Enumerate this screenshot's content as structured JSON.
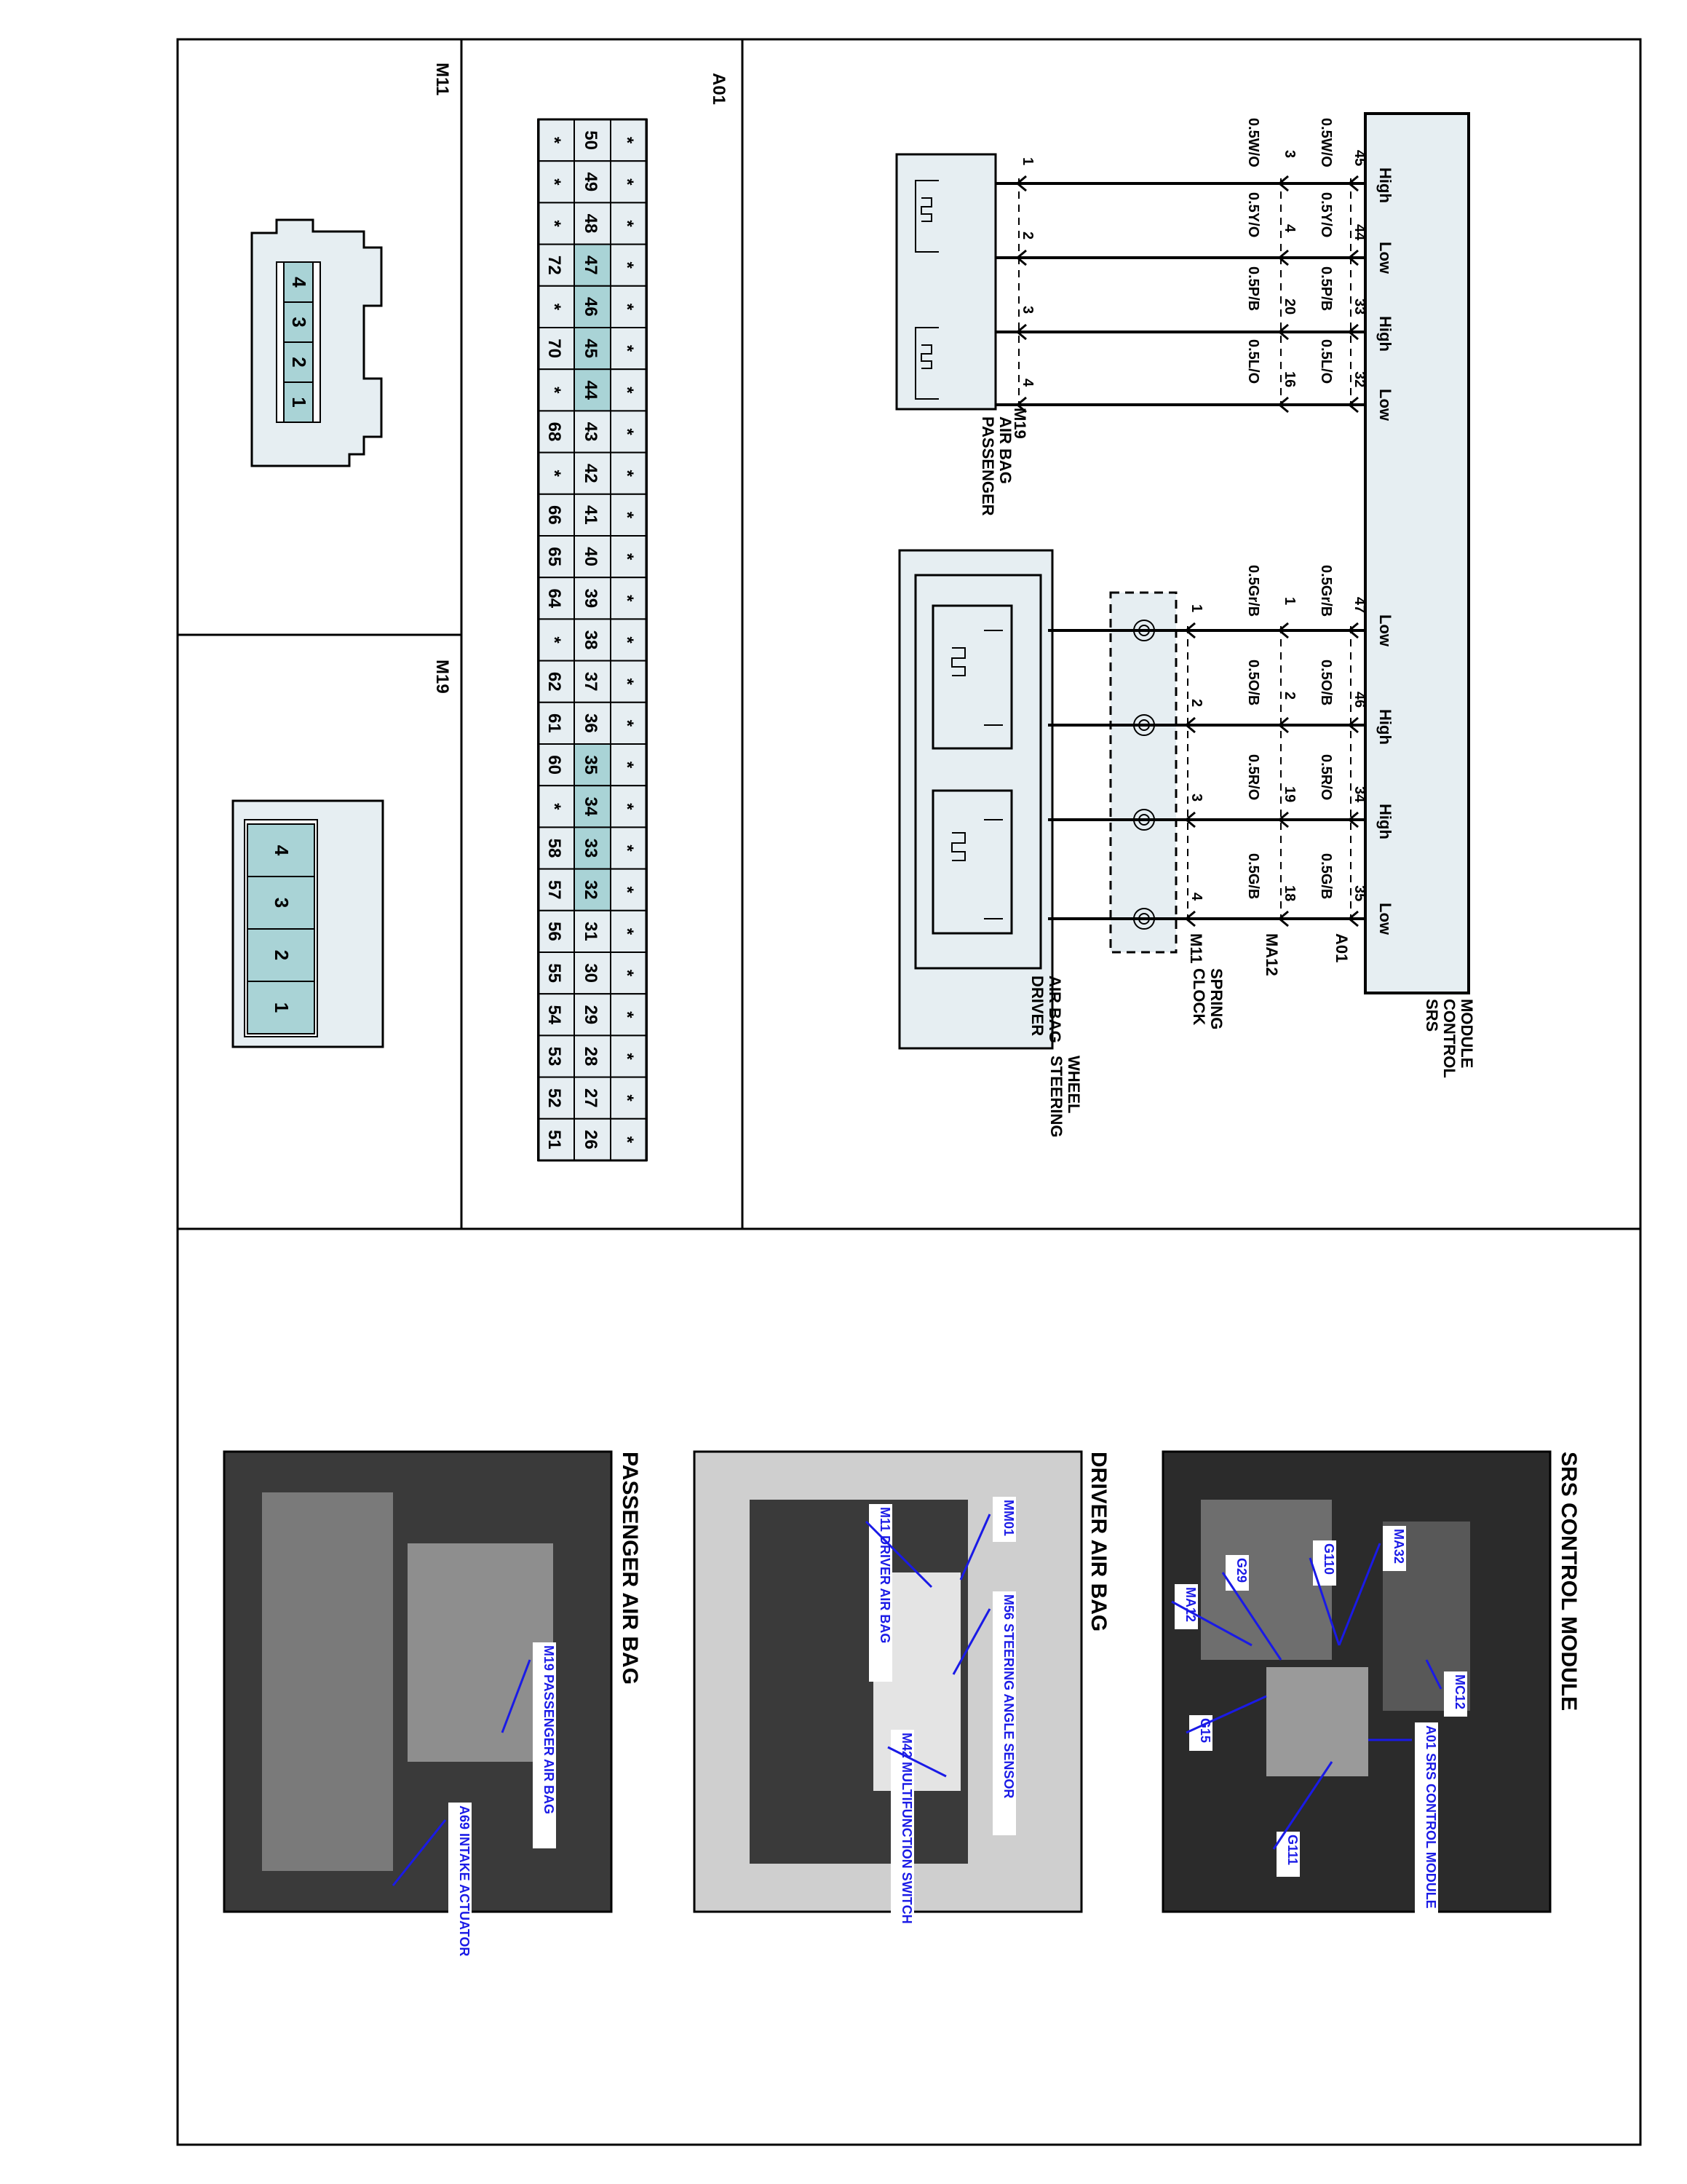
{
  "colors": {
    "fill_light": "#e6eef2",
    "fill_pin": "#a9d3d6",
    "wire": "#000000",
    "callout_text": "#1a1ae6",
    "photo_dark": "#2b2b2b"
  },
  "schematic": {
    "module_title": [
      "SRS",
      "CONTROL",
      "MODULE"
    ],
    "module_connector": "A01",
    "inline_connector": "MA12",
    "clock_spring_connector": "M11",
    "passenger_connector": "M19",
    "clock_spring_label": [
      "CLOCK",
      "SPRING"
    ],
    "driver_airbag_label": [
      "DRIVER",
      "AIR BAG"
    ],
    "steering_wheel_label": [
      "STEERING",
      "WHEEL"
    ],
    "passenger_airbag_label": [
      "PASSENGER",
      "AIR BAG"
    ],
    "passenger_circuits": [
      {
        "module_pin": "45",
        "signal": "High",
        "wire_a": "0.5W/O",
        "inline_pin": "3",
        "wire_b": "0.5W/O",
        "device_pin": "1"
      },
      {
        "module_pin": "44",
        "signal": "Low",
        "wire_a": "0.5Y/O",
        "inline_pin": "4",
        "wire_b": "0.5Y/O",
        "device_pin": "2"
      },
      {
        "module_pin": "33",
        "signal": "High",
        "wire_a": "0.5P/B",
        "inline_pin": "20",
        "wire_b": "0.5P/B",
        "device_pin": "3"
      },
      {
        "module_pin": "32",
        "signal": "Low",
        "wire_a": "0.5L/O",
        "inline_pin": "16",
        "wire_b": "0.5L/O",
        "device_pin": "4"
      }
    ],
    "driver_circuits": [
      {
        "module_pin": "47",
        "signal": "Low",
        "wire_a": "0.5Gr/B",
        "inline_pin": "1",
        "wire_b": "0.5Gr/B",
        "device_pin": "1"
      },
      {
        "module_pin": "46",
        "signal": "High",
        "wire_a": "0.5O/B",
        "inline_pin": "2",
        "wire_b": "0.5O/B",
        "device_pin": "2"
      },
      {
        "module_pin": "34",
        "signal": "High",
        "wire_a": "0.5R/O",
        "inline_pin": "19",
        "wire_b": "0.5R/O",
        "device_pin": "3"
      },
      {
        "module_pin": "35",
        "signal": "Low",
        "wire_a": "0.5G/B",
        "inline_pin": "18",
        "wire_b": "0.5G/B",
        "device_pin": "4"
      }
    ]
  },
  "connector_a01": {
    "title": "A01",
    "row_top": [
      "*",
      "*",
      "*",
      "*",
      "*",
      "*",
      "*",
      "*",
      "*",
      "*",
      "*",
      "*",
      "*",
      "*",
      "*",
      "*",
      "*",
      "*",
      "*",
      "*",
      "*",
      "*",
      "*",
      "*",
      "*"
    ],
    "row_mid": [
      "50",
      "49",
      "48",
      "47",
      "46",
      "45",
      "44",
      "43",
      "42",
      "41",
      "40",
      "39",
      "38",
      "37",
      "36",
      "35",
      "34",
      "33",
      "32",
      "31",
      "30",
      "29",
      "28",
      "27",
      "26"
    ],
    "row_bot": [
      "*",
      "*",
      "*",
      "72",
      "*",
      "70",
      "*",
      "68",
      "*",
      "66",
      "65",
      "64",
      "*",
      "62",
      "61",
      "60",
      "*",
      "58",
      "57",
      "56",
      "55",
      "54",
      "53",
      "52",
      "51"
    ],
    "highlighted": [
      "47",
      "46",
      "45",
      "44",
      "35",
      "34",
      "33",
      "32"
    ]
  },
  "connector_m11": {
    "title": "M11",
    "pins": [
      "4",
      "3",
      "2",
      "1"
    ]
  },
  "connector_m19": {
    "title": "M19",
    "pins": [
      "4",
      "3",
      "2",
      "1"
    ]
  },
  "photos": {
    "srs": {
      "title": "SRS CONTROL MODULE",
      "callouts": [
        "MA32",
        "G110",
        "G29",
        "MA12",
        "G15",
        "G111",
        "MC12",
        "A01 SRS CONTROL MODULE"
      ]
    },
    "driver": {
      "title": "DRIVER AIR BAG",
      "callouts": [
        "MM01",
        "M56 STEERING ANGLE SENSOR",
        "M11 DRIVER AIR BAG",
        "M42 MULTIFUNCTION SWITCH"
      ]
    },
    "passenger": {
      "title": "PASSENGER AIR BAG",
      "callouts": [
        "M19 PASSENGER AIR BAG",
        "A69 INTAKE ACTUATOR"
      ]
    }
  }
}
